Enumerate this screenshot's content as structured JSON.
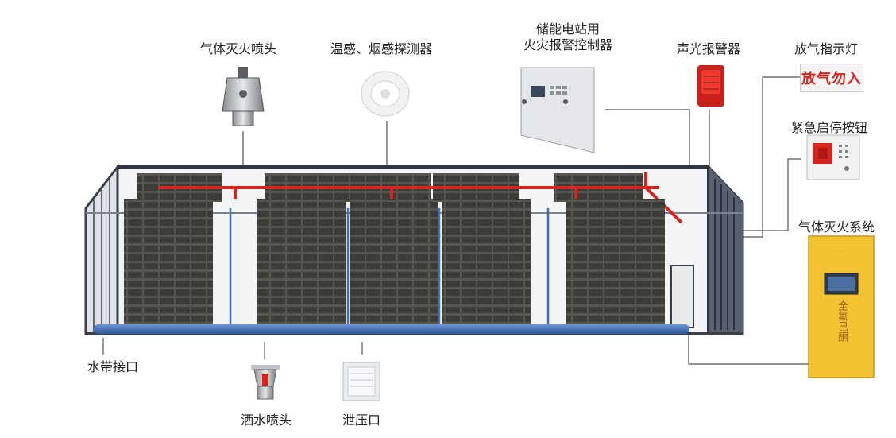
{
  "labels": {
    "gas_nozzle": "气体灭火喷头",
    "detector": "温感、烟感探测器",
    "controller_line1": "储能电站用",
    "controller_line2": "火灾报警控制器",
    "alarm": "声光报警器",
    "release_light": "放气指示灯",
    "emergency_button": "紧急启停按钮",
    "gas_system": "气体灭火系统",
    "hose_interface": "水带接口",
    "sprinkler": "洒水喷头",
    "pressure_relief": "泄压口"
  },
  "release_light_sign": "放气勿入",
  "gas_cabinet_text": "全氟己酮",
  "colors": {
    "pipe_red": "#d9231d",
    "pipe_blue": "#3f6fb4",
    "cabinet_yellow": "#f3c232",
    "frame_dark": "#3a3f4a",
    "leader_line": "#555555",
    "battery_dark": "#4d4c48"
  }
}
